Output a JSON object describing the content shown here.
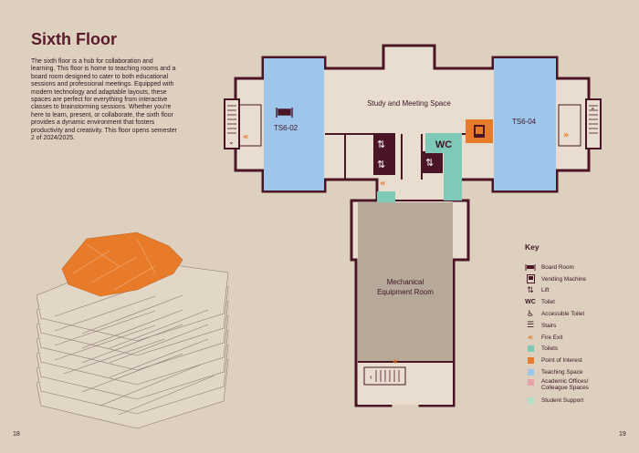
{
  "page": {
    "title": "Sixth Floor",
    "intro": "The sixth floor is a hub for collaboration and learning. This floor is home to teaching rooms and a board room designed to cater to both educational sessions and professional meetings. Equipped with modern technology and adaptable layouts, these spaces are perfect for everything from interactive classes to brainstorming sessions. Whether you're here to learn, present, or collaborate, the sixth floor provides a dynamic environment that fosters productivity and creativity. This floor opens semester 2 of 2024/2025.",
    "page_left": "18",
    "page_right": "19"
  },
  "rooms": {
    "study": "Study and Meeting Space",
    "ts02": "TS6-02",
    "ts04": "TS6-04",
    "wc": "WC",
    "mech_line1": "Mechanical",
    "mech_line2": "Equipment Room"
  },
  "key": {
    "title": "Key",
    "items": [
      {
        "label": "Board Room",
        "icon": "board-room-icon"
      },
      {
        "label": "Vending Machine",
        "icon": "vending-machine-icon"
      },
      {
        "label": "Lift",
        "icon": "lift-icon"
      },
      {
        "label": "Toilet",
        "icon": "toilet-icon"
      },
      {
        "label": "Accessible Toilet",
        "icon": "accessible-toilet-icon"
      },
      {
        "label": "Stairs",
        "icon": "stairs-icon"
      },
      {
        "label": "Fire Exit",
        "icon": "fire-exit-icon"
      },
      {
        "label": "Toilets",
        "color": "#7fc9b8"
      },
      {
        "label": "Point of Interest",
        "color": "#e77b2a"
      },
      {
        "label": "Teaching Space",
        "color": "#9dc6ea"
      },
      {
        "label": "Academic Offices/ Colleague Spaces",
        "color": "#e9a2a9"
      },
      {
        "label": "Student Support",
        "color": "#b7dcc9"
      }
    ]
  },
  "colors": {
    "background": "#ddd0bf",
    "wall": "#4a1626",
    "corridor": "#e8ddcf",
    "teaching": "#9dc6ea",
    "toilets": "#7fc9b8",
    "poi": "#e77b2a",
    "mechanical": "#b7a999",
    "lift": "#4a1626"
  }
}
